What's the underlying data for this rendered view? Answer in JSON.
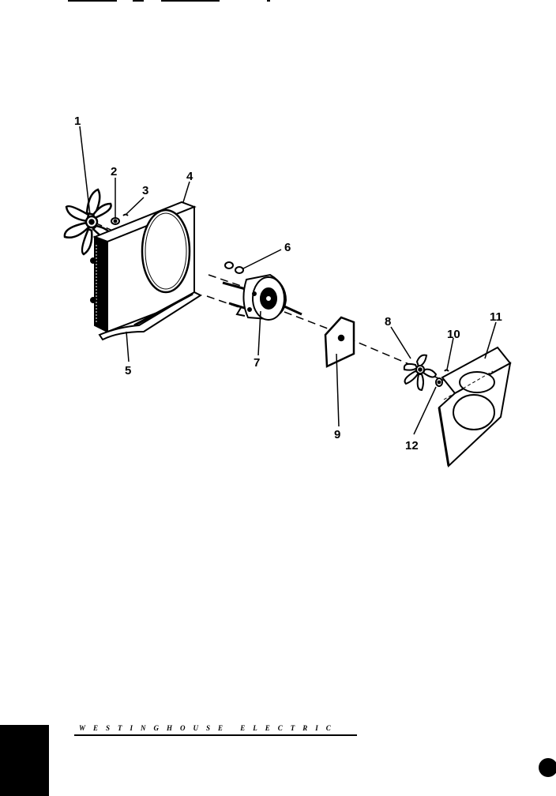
{
  "callouts": [
    {
      "id": "1",
      "label": "1"
    },
    {
      "id": "2",
      "label": "2"
    },
    {
      "id": "3",
      "label": "3"
    },
    {
      "id": "4",
      "label": "4"
    },
    {
      "id": "5",
      "label": "5"
    },
    {
      "id": "6",
      "label": "6"
    },
    {
      "id": "7",
      "label": "7"
    },
    {
      "id": "8",
      "label": "8"
    },
    {
      "id": "9",
      "label": "9"
    },
    {
      "id": "10",
      "label": "10"
    },
    {
      "id": "11",
      "label": "11"
    },
    {
      "id": "12",
      "label": "12"
    }
  ],
  "footer": {
    "brand_text": "WESTINGHOUSE ELECTRIC"
  },
  "colors": {
    "ink": "#000000",
    "paper": "#ffffff"
  }
}
